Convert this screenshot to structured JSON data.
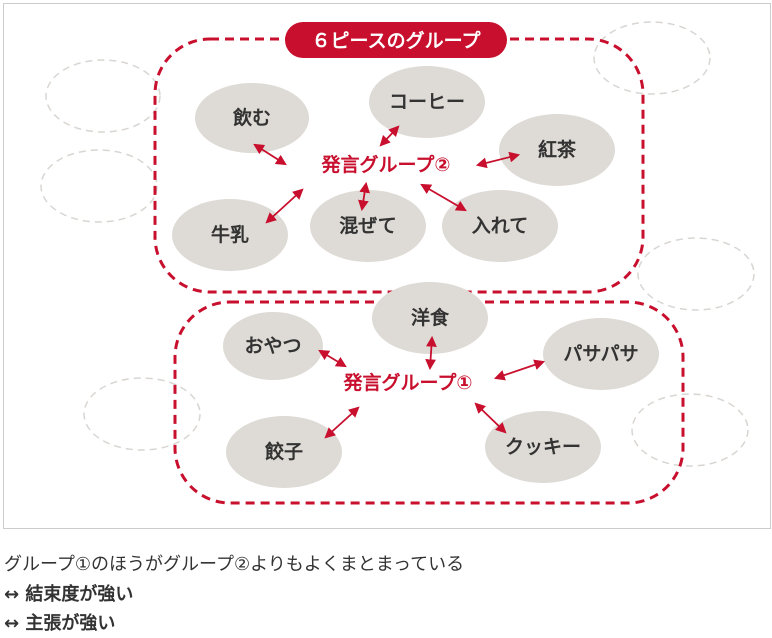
{
  "badge": "６ピースのグループ",
  "group2": {
    "center": "発言グループ②",
    "pieces": [
      "飲む",
      "コーヒー",
      "紅茶",
      "牛乳",
      "混ぜて",
      "入れて"
    ]
  },
  "group1": {
    "center": "発言グループ①",
    "pieces": [
      "おやつ",
      "洋食",
      "パサパサ",
      "餃子",
      "クッキー"
    ]
  },
  "caption": {
    "line1": "グループ①のほうがグループ②よりもよくまとまっている",
    "line2": "↔ 結束度が強い",
    "line3": "↔ 主張が強い"
  },
  "colors": {
    "accent": "#c8102e",
    "piece": "#dedad5"
  }
}
